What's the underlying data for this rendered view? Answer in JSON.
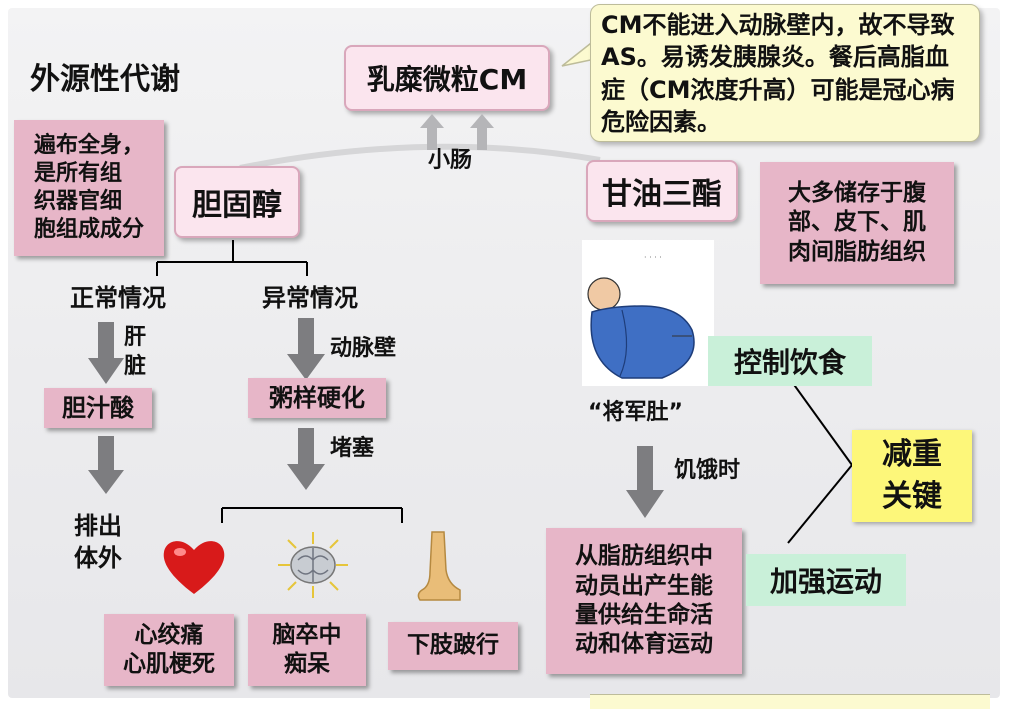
{
  "title": "外源性代谢",
  "chylomicron_box": "乳糜微粒CM",
  "callout": "CM不能进入动脉壁内，故不导致AS。易诱发胰腺炎。餐后高脂血症（CM浓度升高）可能是冠心病危险因素。",
  "small_intestine": "小肠",
  "cholesterol": {
    "label": "胆固醇",
    "note": "遍布全身，\n是所有组\n织器官细\n胞组成成分",
    "normal": {
      "label": "正常情况",
      "via": "肝\n脏",
      "product": "胆汁酸",
      "final": "排出\n体外"
    },
    "abnormal": {
      "label": "异常情况",
      "via": "动脉壁",
      "product": "粥样硬化",
      "via2": "堵塞",
      "outcomes": [
        "心绞痛\n心肌梗死",
        "脑卒中\n痴呆",
        "下肢跛行"
      ]
    }
  },
  "triglyceride": {
    "label": "甘油三酯",
    "note": "大多储存于腹\n部、皮下、肌\n肉间脂肪组织",
    "caption": "“将军肚”",
    "via": "饥饿时",
    "result": "从脂肪组织中\n动员出产生能\n量供给生命活\n动和体育运动"
  },
  "weight_loss": {
    "diet": "控制饮食",
    "exercise": "加强运动",
    "key": "减重\n关键"
  },
  "icons": [
    "heart-icon",
    "brain-icon",
    "leg-icon",
    "belly-person-icon",
    "arrow-icon"
  ]
}
